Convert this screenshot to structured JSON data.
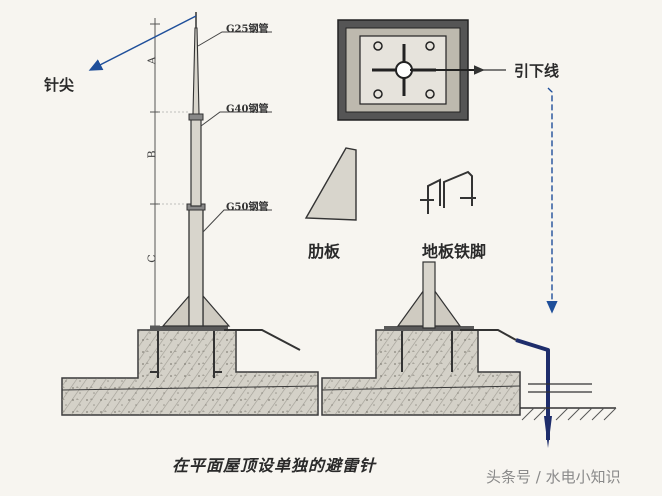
{
  "labels": {
    "tip": "针尖",
    "down_conductor": "引下线",
    "rib_plate": "肋板",
    "floor_foot": "地板铁脚",
    "caption": "在平面屋顶设单独的避雷针",
    "watermark": "头条号 / 水电小知识"
  },
  "pipes": {
    "top": "G25钢管",
    "middle": "G40钢管",
    "bottom": "G50钢管"
  },
  "dimensions": {
    "a": "A",
    "b": "B",
    "c": "C"
  },
  "colors": {
    "background": "#f7f5f0",
    "ink": "#2a2a2a",
    "arrow_blue": "#1f4f9a",
    "conductor_navy": "#1e2d6b",
    "concrete": "#c9c6bd",
    "hatch": "#7a776f"
  }
}
